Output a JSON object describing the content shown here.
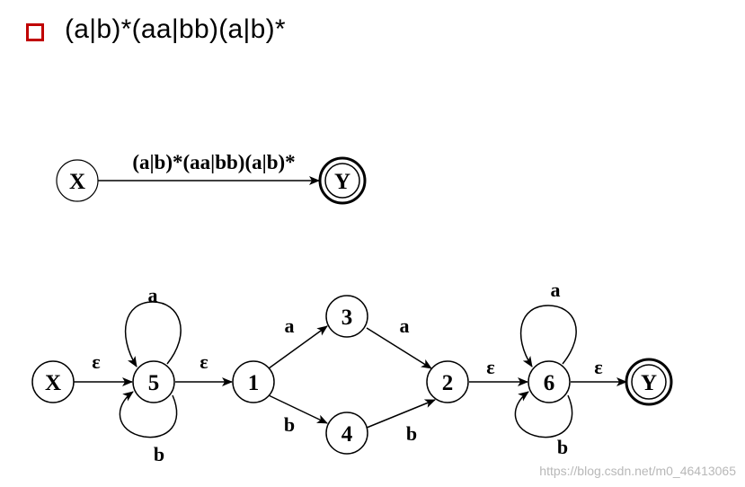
{
  "heading": {
    "bullet_color": "#c00000",
    "text": "(a|b)*(aa|bb)(a|b)*"
  },
  "simple_diagram": {
    "start_node": "X",
    "end_node": "Y",
    "edge_label": "(a|b)*(aa|bb)(a|b)*"
  },
  "nfa": {
    "nodes": {
      "X": "X",
      "n5": "5",
      "n1": "1",
      "n3": "3",
      "n4": "4",
      "n2": "2",
      "n6": "6",
      "Y": "Y"
    },
    "edges": {
      "X_5": "ε",
      "5_loop_top": "a",
      "5_loop_bottom": "b",
      "5_1": "ε",
      "1_3": "a",
      "1_4": "b",
      "3_2": "a",
      "4_2": "b",
      "2_6": "ε",
      "6_loop_top": "a",
      "6_loop_bottom": "b",
      "6_Y": "ε"
    }
  },
  "watermark": "https://blog.csdn.net/m0_46413065"
}
